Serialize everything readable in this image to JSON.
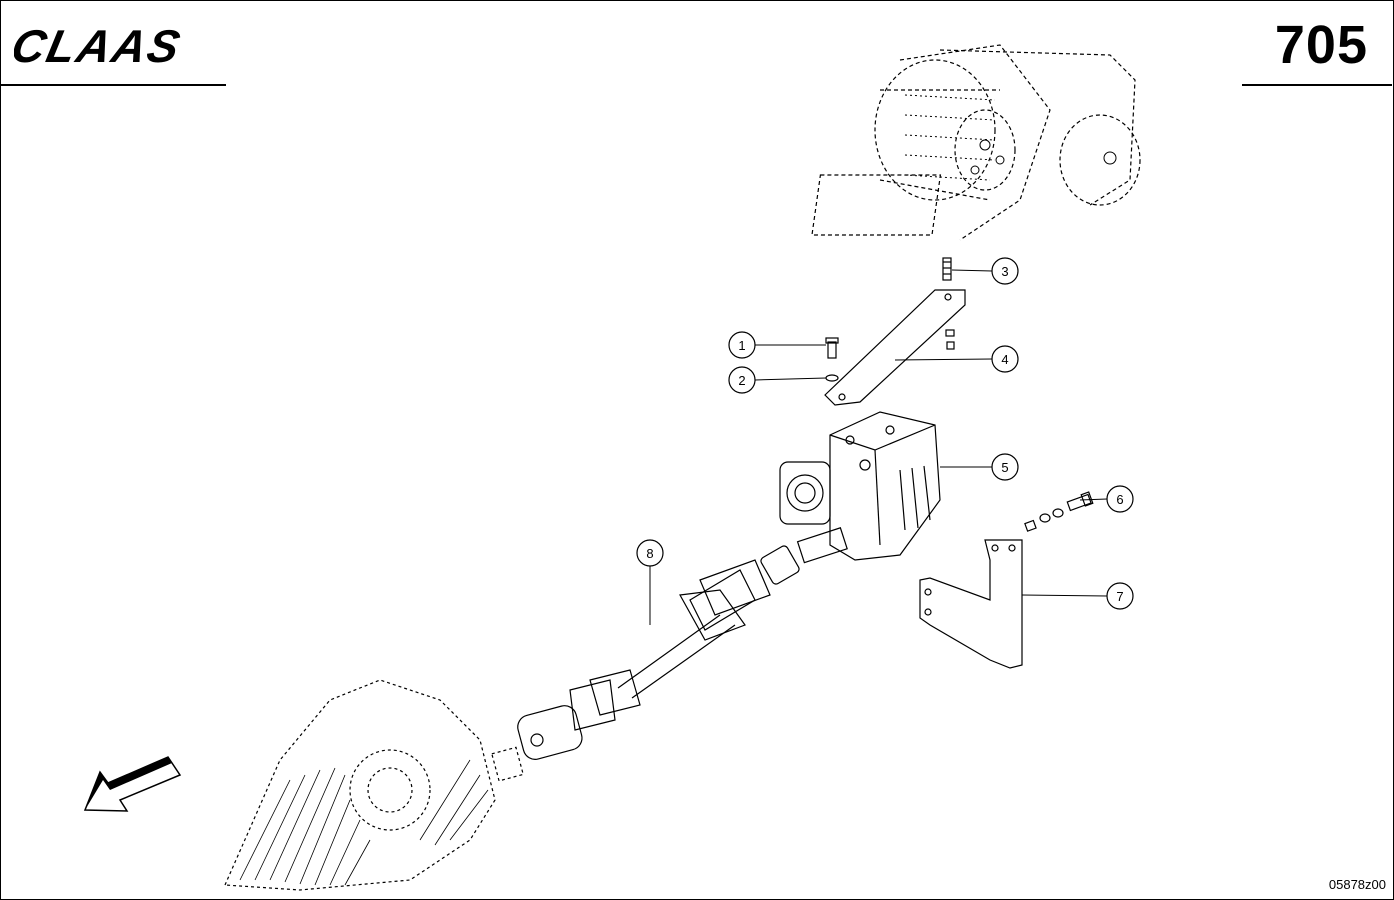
{
  "header": {
    "brand": "CLAAS",
    "page_number": "705"
  },
  "drawing_code": "05878z00",
  "callouts": [
    {
      "id": "1",
      "label": "1"
    },
    {
      "id": "2",
      "label": "2"
    },
    {
      "id": "3",
      "label": "3"
    },
    {
      "id": "4",
      "label": "4"
    },
    {
      "id": "5",
      "label": "5"
    },
    {
      "id": "6",
      "label": "6"
    },
    {
      "id": "7",
      "label": "7"
    },
    {
      "id": "8",
      "label": "8"
    }
  ],
  "direction_arrow": "arrow-down-left-icon"
}
